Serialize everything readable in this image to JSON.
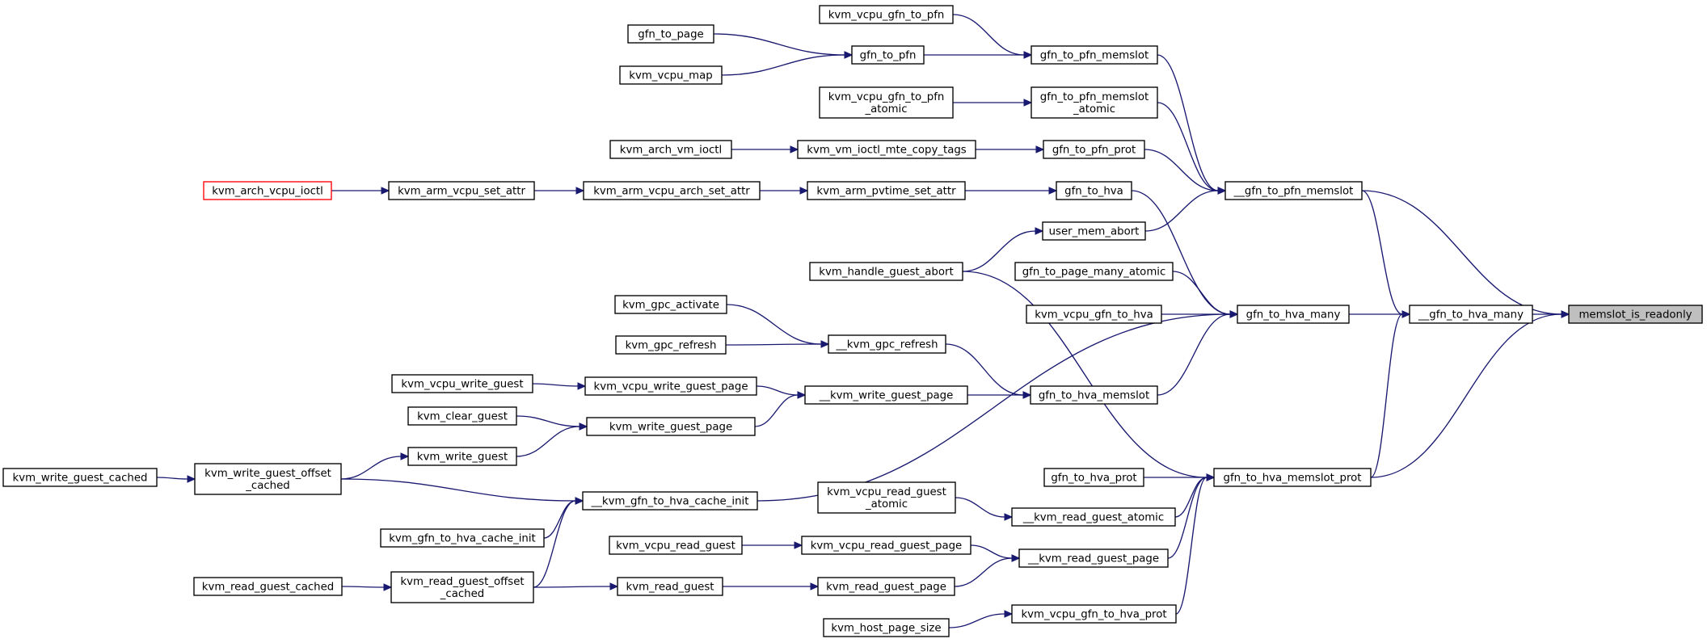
{
  "graph": {
    "colors": {
      "edge": "#191970",
      "root_fill": "#bfbfbf",
      "truncated_border": "#ff0000",
      "node_border": "#000000"
    },
    "nodes": {
      "n0": {
        "lines": [
          "memslot_is_readonly"
        ]
      },
      "n1": {
        "lines": [
          "__gfn_to_hva_many"
        ]
      },
      "n2": {
        "lines": [
          "__gfn_to_pfn_memslot"
        ]
      },
      "n3": {
        "lines": [
          "gfn_to_hva_many"
        ]
      },
      "n4": {
        "lines": [
          "gfn_to_hva_memslot_prot"
        ]
      },
      "n5": {
        "lines": [
          "gfn_to_pfn_memslot"
        ]
      },
      "n6": {
        "lines": [
          "gfn_to_pfn_memslot",
          "_atomic"
        ]
      },
      "n7": {
        "lines": [
          "gfn_to_pfn_prot"
        ]
      },
      "n8": {
        "lines": [
          "gfn_to_hva"
        ]
      },
      "n9": {
        "lines": [
          "user_mem_abort"
        ]
      },
      "n10": {
        "lines": [
          "kvm_vcpu_gfn_to_pfn"
        ]
      },
      "n11": {
        "lines": [
          "gfn_to_pfn"
        ]
      },
      "n12": {
        "lines": [
          "gfn_to_page"
        ]
      },
      "n13": {
        "lines": [
          "kvm_vcpu_map"
        ]
      },
      "n14": {
        "lines": [
          "kvm_vcpu_gfn_to_pfn",
          "_atomic"
        ]
      },
      "n15": {
        "lines": [
          "kvm_vm_ioctl_mte_copy_tags"
        ]
      },
      "n16": {
        "lines": [
          "kvm_arch_vm_ioctl"
        ]
      },
      "n17": {
        "lines": [
          "kvm_arm_pvtime_set_attr"
        ]
      },
      "n18": {
        "lines": [
          "kvm_arm_vcpu_arch_set_attr"
        ]
      },
      "n19": {
        "lines": [
          "kvm_arm_vcpu_set_attr"
        ]
      },
      "n20": {
        "lines": [
          "kvm_arch_vcpu_ioctl"
        ]
      },
      "n21": {
        "lines": [
          "kvm_handle_guest_abort"
        ]
      },
      "n22": {
        "lines": [
          "gfn_to_page_many_atomic"
        ]
      },
      "n23": {
        "lines": [
          "kvm_vcpu_gfn_to_hva"
        ]
      },
      "n24": {
        "lines": [
          "gfn_to_hva_memslot"
        ]
      },
      "n25": {
        "lines": [
          "__kvm_gpc_refresh"
        ]
      },
      "n26": {
        "lines": [
          "kvm_gpc_activate"
        ]
      },
      "n27": {
        "lines": [
          "kvm_gpc_refresh"
        ]
      },
      "n28": {
        "lines": [
          "__kvm_write_guest_page"
        ]
      },
      "n29": {
        "lines": [
          "kvm_vcpu_write_guest_page"
        ]
      },
      "n30": {
        "lines": [
          "kvm_vcpu_write_guest"
        ]
      },
      "n31": {
        "lines": [
          "kvm_write_guest_page"
        ]
      },
      "n32": {
        "lines": [
          "kvm_clear_guest"
        ]
      },
      "n33": {
        "lines": [
          "kvm_write_guest"
        ]
      },
      "n34": {
        "lines": [
          "kvm_write_guest_offset",
          "_cached"
        ]
      },
      "n35": {
        "lines": [
          "kvm_write_guest_cached"
        ]
      },
      "n36": {
        "lines": [
          "__kvm_gfn_to_hva_cache_init"
        ]
      },
      "n37": {
        "lines": [
          "kvm_gfn_to_hva_cache_init"
        ]
      },
      "n38": {
        "lines": [
          "kvm_read_guest_offset",
          "_cached"
        ]
      },
      "n39": {
        "lines": [
          "kvm_read_guest_cached"
        ]
      },
      "n40": {
        "lines": [
          "gfn_to_hva_prot"
        ]
      },
      "n41": {
        "lines": [
          "__kvm_read_guest_atomic"
        ]
      },
      "n42": {
        "lines": [
          "kvm_vcpu_read_guest",
          "_atomic"
        ]
      },
      "n43": {
        "lines": [
          "__kvm_read_guest_page"
        ]
      },
      "n44": {
        "lines": [
          "kvm_vcpu_read_guest_page"
        ]
      },
      "n45": {
        "lines": [
          "kvm_vcpu_read_guest"
        ]
      },
      "n46": {
        "lines": [
          "kvm_read_guest_page"
        ]
      },
      "n47": {
        "lines": [
          "kvm_read_guest"
        ]
      },
      "n48": {
        "lines": [
          "kvm_vcpu_gfn_to_hva_prot"
        ]
      },
      "n49": {
        "lines": [
          "kvm_host_page_size"
        ]
      }
    }
  }
}
